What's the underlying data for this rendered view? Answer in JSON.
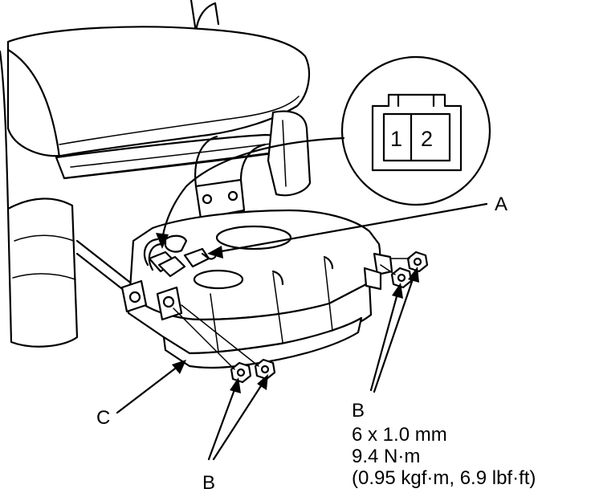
{
  "callouts": {
    "a": "A",
    "c": "C",
    "b_left": "B",
    "b_right": "B"
  },
  "connector": {
    "pin_1": "1",
    "pin_2": "2"
  },
  "fastener_spec": {
    "size": "6 x 1.0 mm",
    "torque_nm": "9.4 N·m",
    "torque_alt": "(0.95 kgf·m, 6.9 lbf·ft)"
  }
}
